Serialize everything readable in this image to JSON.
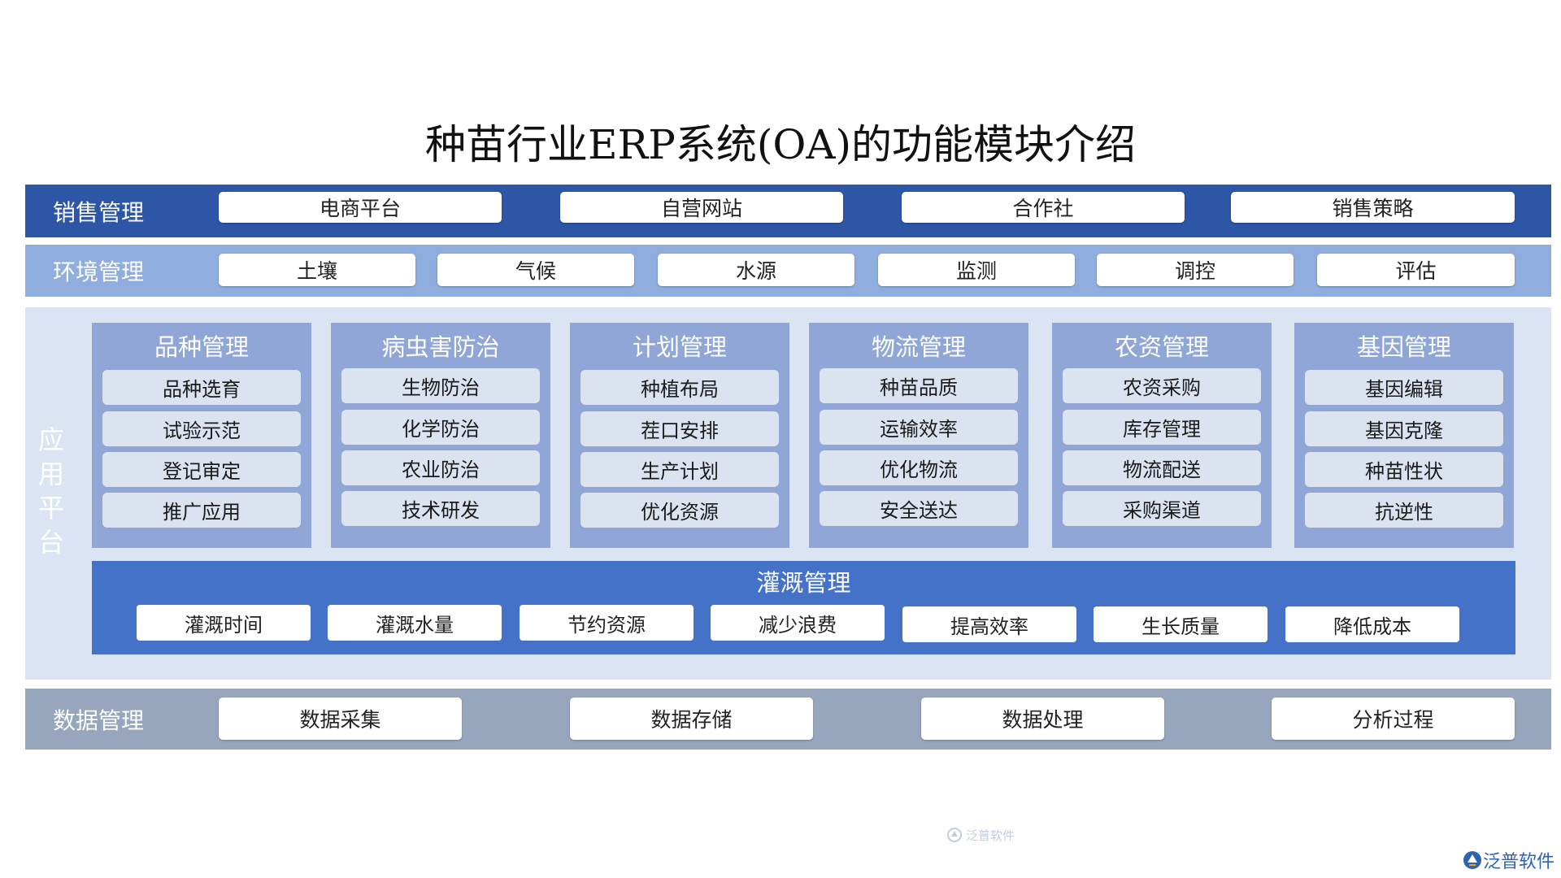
{
  "title": "种苗行业ERP系统(OA)的功能模块介绍",
  "sales": {
    "label": "销售管理",
    "items": [
      "电商平台",
      "自营网站",
      "合作社",
      "销售策略"
    ]
  },
  "environment": {
    "label": "环境管理",
    "items": [
      "土壤",
      "气候",
      "水源",
      "监测",
      "调控",
      "评估"
    ]
  },
  "application": {
    "label": "应用平台",
    "modules": [
      {
        "title": "品种管理",
        "items": [
          "品种选育",
          "试验示范",
          "登记审定",
          "推广应用"
        ]
      },
      {
        "title": "病虫害防治",
        "items": [
          "生物防治",
          "化学防治",
          "农业防治",
          "技术研发"
        ]
      },
      {
        "title": "计划管理",
        "items": [
          "种植布局",
          "茬口安排",
          "生产计划",
          "优化资源"
        ]
      },
      {
        "title": "物流管理",
        "items": [
          "种苗品质",
          "运输效率",
          "优化物流",
          "安全送达"
        ]
      },
      {
        "title": "农资管理",
        "items": [
          "农资采购",
          "库存管理",
          "物流配送",
          "采购渠道"
        ]
      },
      {
        "title": "基因管理",
        "items": [
          "基因编辑",
          "基因克隆",
          "种苗性状",
          "抗逆性"
        ]
      }
    ],
    "irrigation": {
      "title": "灌溉管理",
      "items": [
        "灌溉时间",
        "灌溉水量",
        "节约资源",
        "减少浪费",
        "提高效率",
        "生长质量",
        "降低成本"
      ]
    }
  },
  "data_mgmt": {
    "label": "数据管理",
    "items": [
      "数据采集",
      "数据存储",
      "数据处理",
      "分析过程"
    ]
  },
  "watermark": "泛普软件",
  "logo": "泛普软件",
  "colors": {
    "sales_band": "#2e56a7",
    "env_band": "#8fadde",
    "app_bg": "#dbe4f3",
    "module_bg": "#8fa6d6",
    "irrigation_bg": "#4472c9",
    "data_band": "#97a6bd"
  }
}
